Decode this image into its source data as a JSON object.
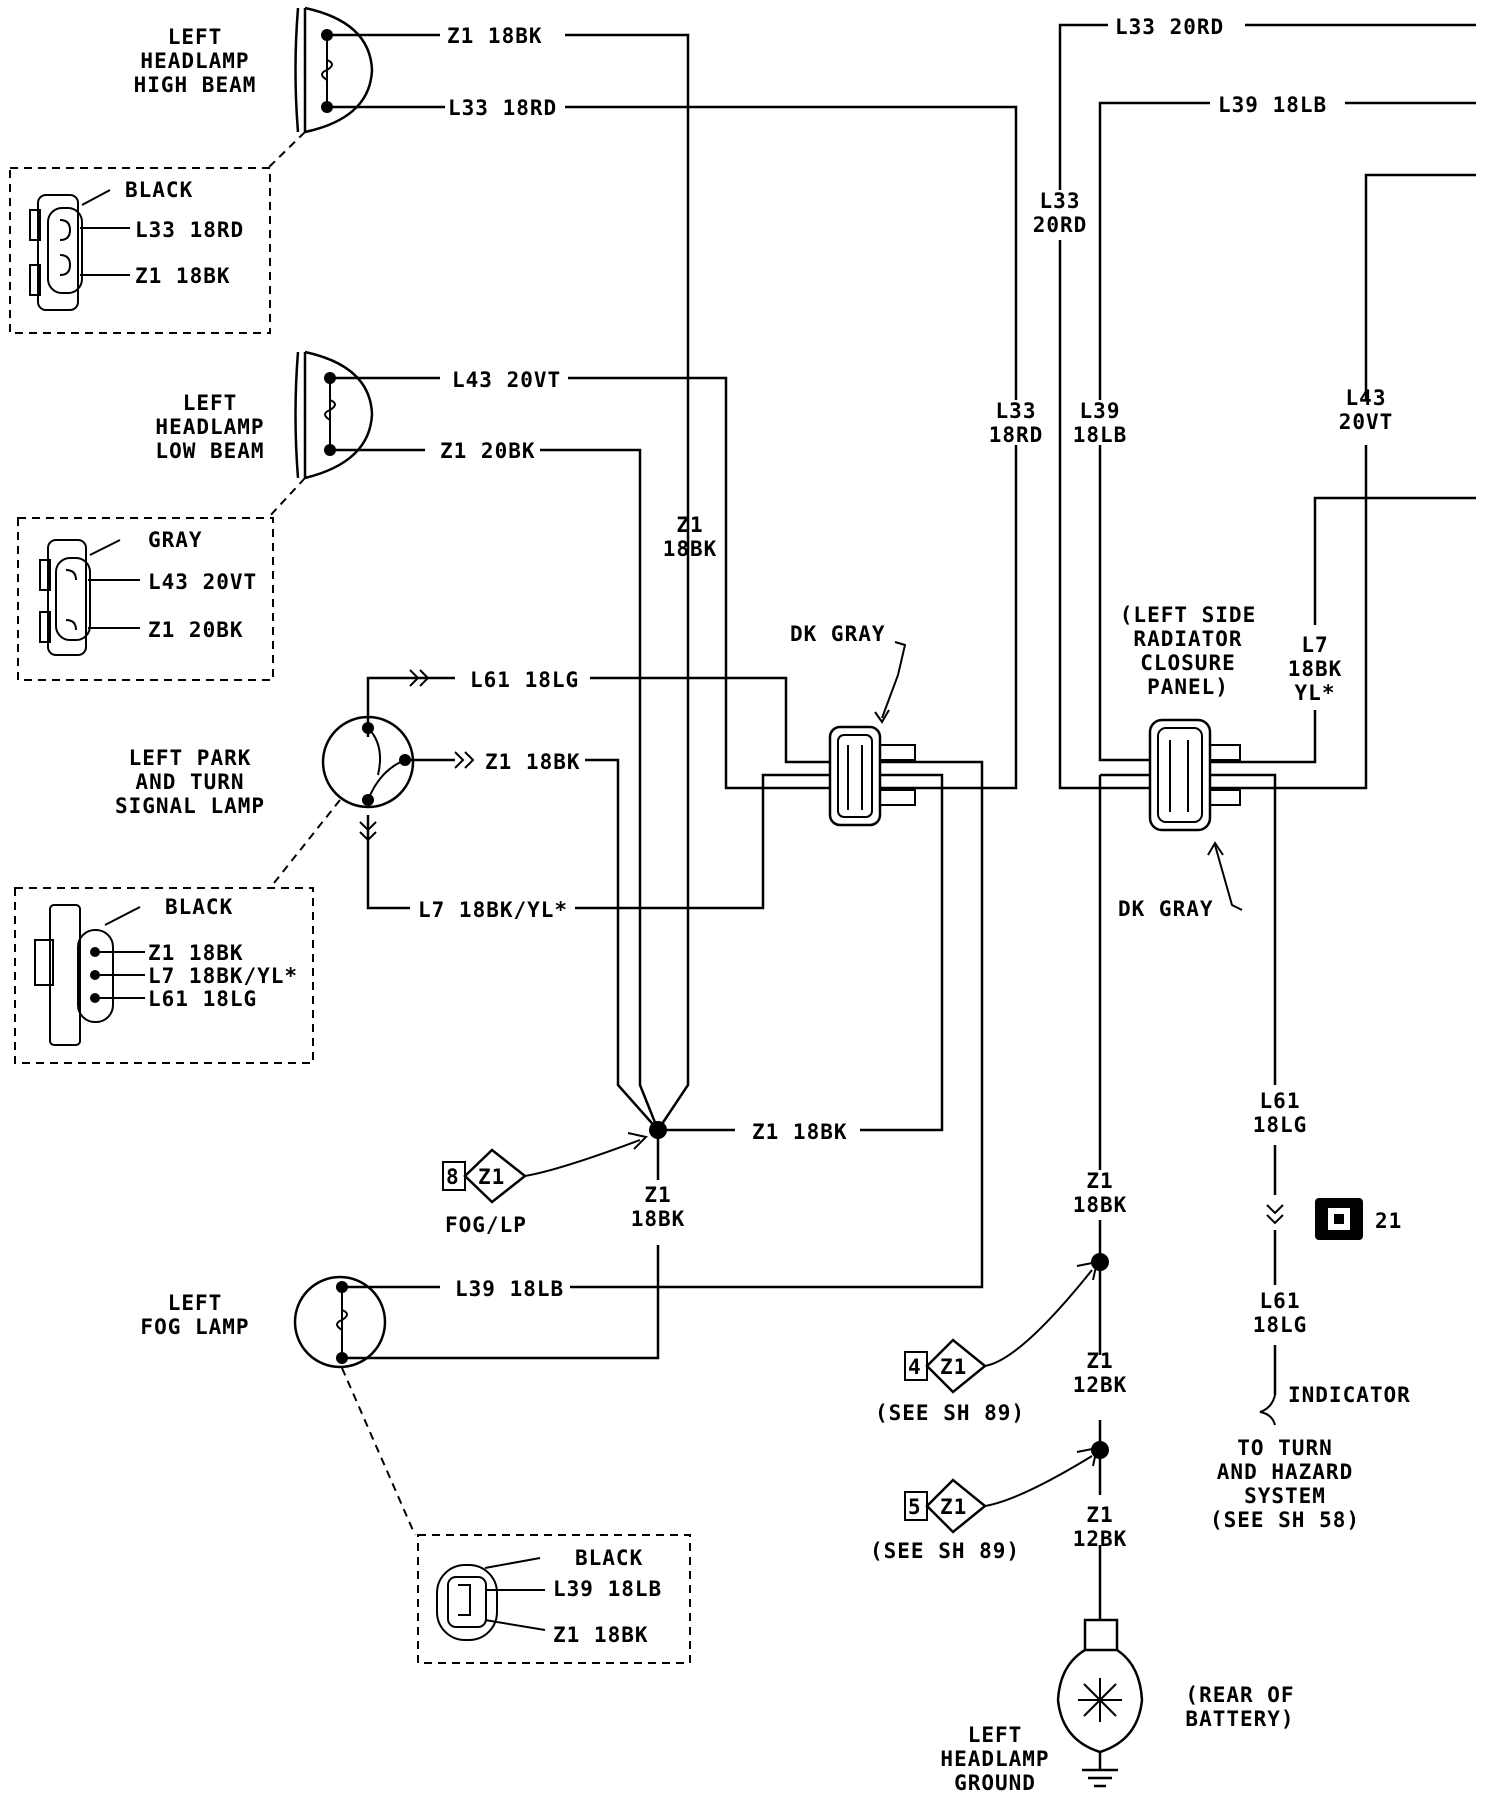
{
  "components": {
    "high_beam": [
      "LEFT",
      "HEADLAMP",
      "HIGH BEAM"
    ],
    "low_beam": [
      "LEFT",
      "HEADLAMP",
      "LOW BEAM"
    ],
    "park_turn": [
      "LEFT PARK",
      "AND TURN",
      "SIGNAL LAMP"
    ],
    "fog_lamp": [
      "LEFT",
      "FOG LAMP"
    ],
    "headlamp_ground": [
      "LEFT",
      "HEADLAMP",
      "GROUND"
    ],
    "rear_battery": [
      "(REAR OF",
      "BATTERY)"
    ],
    "radiator_panel": [
      "(LEFT SIDE",
      "RADIATOR",
      "CLOSURE",
      "PANEL)"
    ],
    "turn_hazard": [
      "TO TURN",
      "AND HAZARD",
      "SYSTEM",
      "(SEE SH 58)"
    ],
    "indicator": "INDICATOR"
  },
  "connectors": {
    "high_beam": {
      "color": "BLACK",
      "pins": [
        "L33 18RD",
        "Z1 18BK"
      ]
    },
    "low_beam": {
      "color": "GRAY",
      "pins": [
        "L43 20VT",
        "Z1 20BK"
      ]
    },
    "park_turn": {
      "color": "BLACK",
      "pins": [
        "Z1 18BK",
        "L7 18BK/YL*",
        "L61 18LG"
      ]
    },
    "fog_lamp": {
      "color": "BLACK",
      "pins": [
        "L39 18LB",
        "Z1 18BK"
      ]
    },
    "center": {
      "color": "DK GRAY"
    },
    "radiator": {
      "color": "DK GRAY"
    }
  },
  "wires": {
    "hb_z1": "Z1 18BK",
    "hb_l33": "L33 18RD",
    "lb_l43": "L43 20VT",
    "lb_z1": "Z1 20BK",
    "pt_l61": "L61 18LG",
    "pt_z1": "Z1 18BK",
    "pt_l7": "L7 18BK/YL*",
    "splice_z1": "Z1 18BK",
    "fog_l39": "L39 18LB",
    "top_l33": "L33 20RD",
    "top_l39": "L39 18LB",
    "v_l33_20rd": [
      "L33",
      "20RD"
    ],
    "v_z1_18bk": [
      "Z1",
      "18BK"
    ],
    "v_l33_18rd": [
      "L33",
      "18RD"
    ],
    "v_l39_18lb": [
      "L39",
      "18LB"
    ],
    "v_l43_20vt": [
      "L43",
      "20VT"
    ],
    "v_l7": [
      "L7",
      "18BK",
      "YL*"
    ],
    "v_z1_under": [
      "Z1",
      "18BK"
    ],
    "v_l61_a": [
      "L61",
      "18LG"
    ],
    "v_l61_b": [
      "L61",
      "18LG"
    ],
    "gnd_z1_a": [
      "Z1",
      "18BK"
    ],
    "gnd_z1_b": [
      "Z1",
      "12BK"
    ],
    "gnd_z1_c": [
      "Z1",
      "12BK"
    ]
  },
  "references": {
    "fog_lp": {
      "num": "8",
      "code": "Z1",
      "label": "FOG/LP"
    },
    "sh89_a": {
      "num": "4",
      "code": "Z1",
      "label": "(SEE SH 89)"
    },
    "sh89_b": {
      "num": "5",
      "code": "Z1",
      "label": "(SEE SH 89)"
    },
    "page_ref": "21"
  }
}
